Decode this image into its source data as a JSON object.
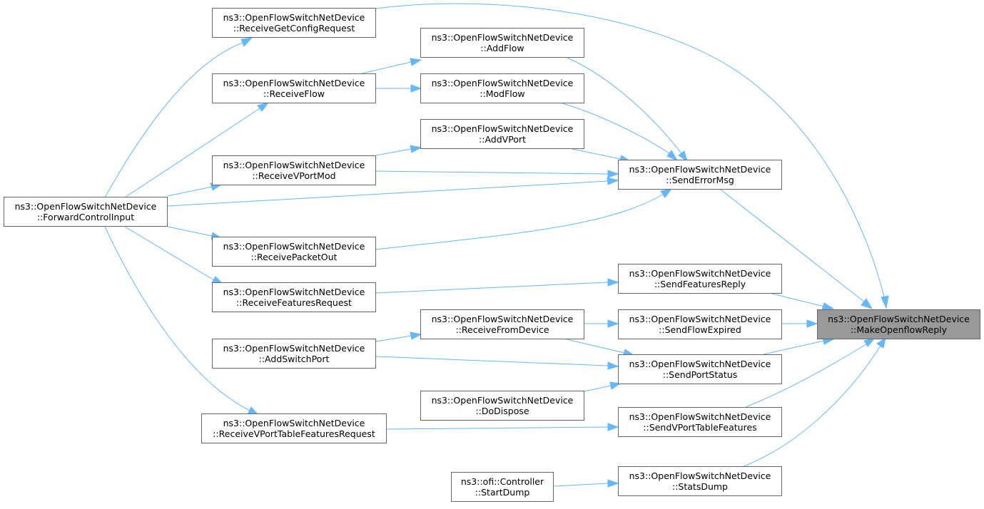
{
  "graph": {
    "root": {
      "line1": "ns3::OpenFlowSwitchNetDevice",
      "line2": "::MakeOpenflowReply"
    },
    "nodes": {
      "n_rgcr": {
        "line1": "ns3::OpenFlowSwitchNetDevice",
        "line2": "::ReceiveGetConfigRequest"
      },
      "n_addflow": {
        "line1": "ns3::OpenFlowSwitchNetDevice",
        "line2": "::AddFlow"
      },
      "n_rflow": {
        "line1": "ns3::OpenFlowSwitchNetDevice",
        "line2": "::ReceiveFlow"
      },
      "n_modflow": {
        "line1": "ns3::OpenFlowSwitchNetDevice",
        "line2": "::ModFlow"
      },
      "n_addvport": {
        "line1": "ns3::OpenFlowSwitchNetDevice",
        "line2": "::AddVPort"
      },
      "n_rvpm": {
        "line1": "ns3::OpenFlowSwitchNetDevice",
        "line2": "::ReceiveVPortMod"
      },
      "n_sem": {
        "line1": "ns3::OpenFlowSwitchNetDevice",
        "line2": "::SendErrorMsg"
      },
      "n_fci": {
        "line1": "ns3::OpenFlowSwitchNetDevice",
        "line2": "::ForwardControlInput"
      },
      "n_rpo": {
        "line1": "ns3::OpenFlowSwitchNetDevice",
        "line2": "::ReceivePacketOut"
      },
      "n_sfr": {
        "line1": "ns3::OpenFlowSwitchNetDevice",
        "line2": "::SendFeaturesReply"
      },
      "n_rfr": {
        "line1": "ns3::OpenFlowSwitchNetDevice",
        "line2": "::ReceiveFeaturesRequest"
      },
      "n_rfd": {
        "line1": "ns3::OpenFlowSwitchNetDevice",
        "line2": "::ReceiveFromDevice"
      },
      "n_sfe": {
        "line1": "ns3::OpenFlowSwitchNetDevice",
        "line2": "::SendFlowExpired"
      },
      "n_asp": {
        "line1": "ns3::OpenFlowSwitchNetDevice",
        "line2": "::AddSwitchPort"
      },
      "n_sps": {
        "line1": "ns3::OpenFlowSwitchNetDevice",
        "line2": "::SendPortStatus"
      },
      "n_dd": {
        "line1": "ns3::OpenFlowSwitchNetDevice",
        "line2": "::DoDispose"
      },
      "n_rvptfr": {
        "line1": "ns3::OpenFlowSwitchNetDevice",
        "line2": "::ReceiveVPortTableFeaturesRequest"
      },
      "n_svptf": {
        "line1": "ns3::OpenFlowSwitchNetDevice",
        "line2": "::SendVPortTableFeatures"
      },
      "n_sd": {
        "line1": "ns3::ofi::Controller",
        "line2": "::StartDump"
      },
      "n_stats": {
        "line1": "ns3::OpenFlowSwitchNetDevice",
        "line2": "::StatsDump"
      }
    }
  },
  "colors": {
    "edge": "#63b8ff",
    "node_border": "#666666",
    "root_fill": "#999999",
    "node_fill": "#ffffff"
  }
}
